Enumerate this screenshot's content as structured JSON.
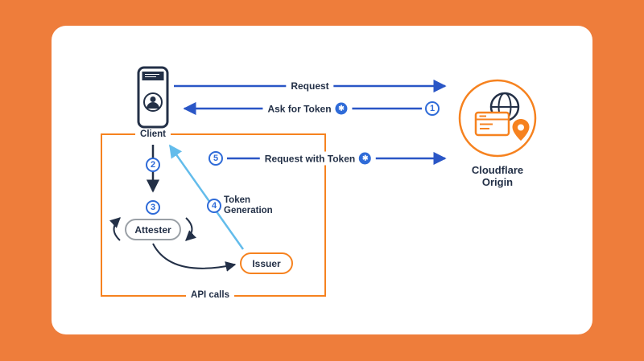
{
  "nodes": {
    "client": {
      "label": "Client"
    },
    "attester": {
      "label": "Attester"
    },
    "issuer": {
      "label": "Issuer"
    },
    "origin": {
      "line1": "Cloudflare",
      "line2": "Origin"
    }
  },
  "flows": {
    "request": {
      "label": "Request"
    },
    "ask_for_token": {
      "label": "Ask for Token"
    },
    "request_with_token": {
      "label": "Request with Token"
    },
    "token_generation": {
      "line1": "Token",
      "line2": "Generation"
    }
  },
  "box": {
    "label": "API calls"
  },
  "steps": [
    "1",
    "2",
    "3",
    "4",
    "5"
  ],
  "icons": {
    "token_glyph": "✱"
  },
  "colors": {
    "background": "#EE7D3B",
    "card": "#FFFFFF",
    "arrow_blue": "#2A56C6",
    "arrow_dark": "#233047",
    "arrow_light_blue": "#63BCEB",
    "orange": "#F6821F",
    "badge_blue": "#2F6BD8",
    "text": "#233047",
    "attester_border": "#9AA0A6"
  }
}
